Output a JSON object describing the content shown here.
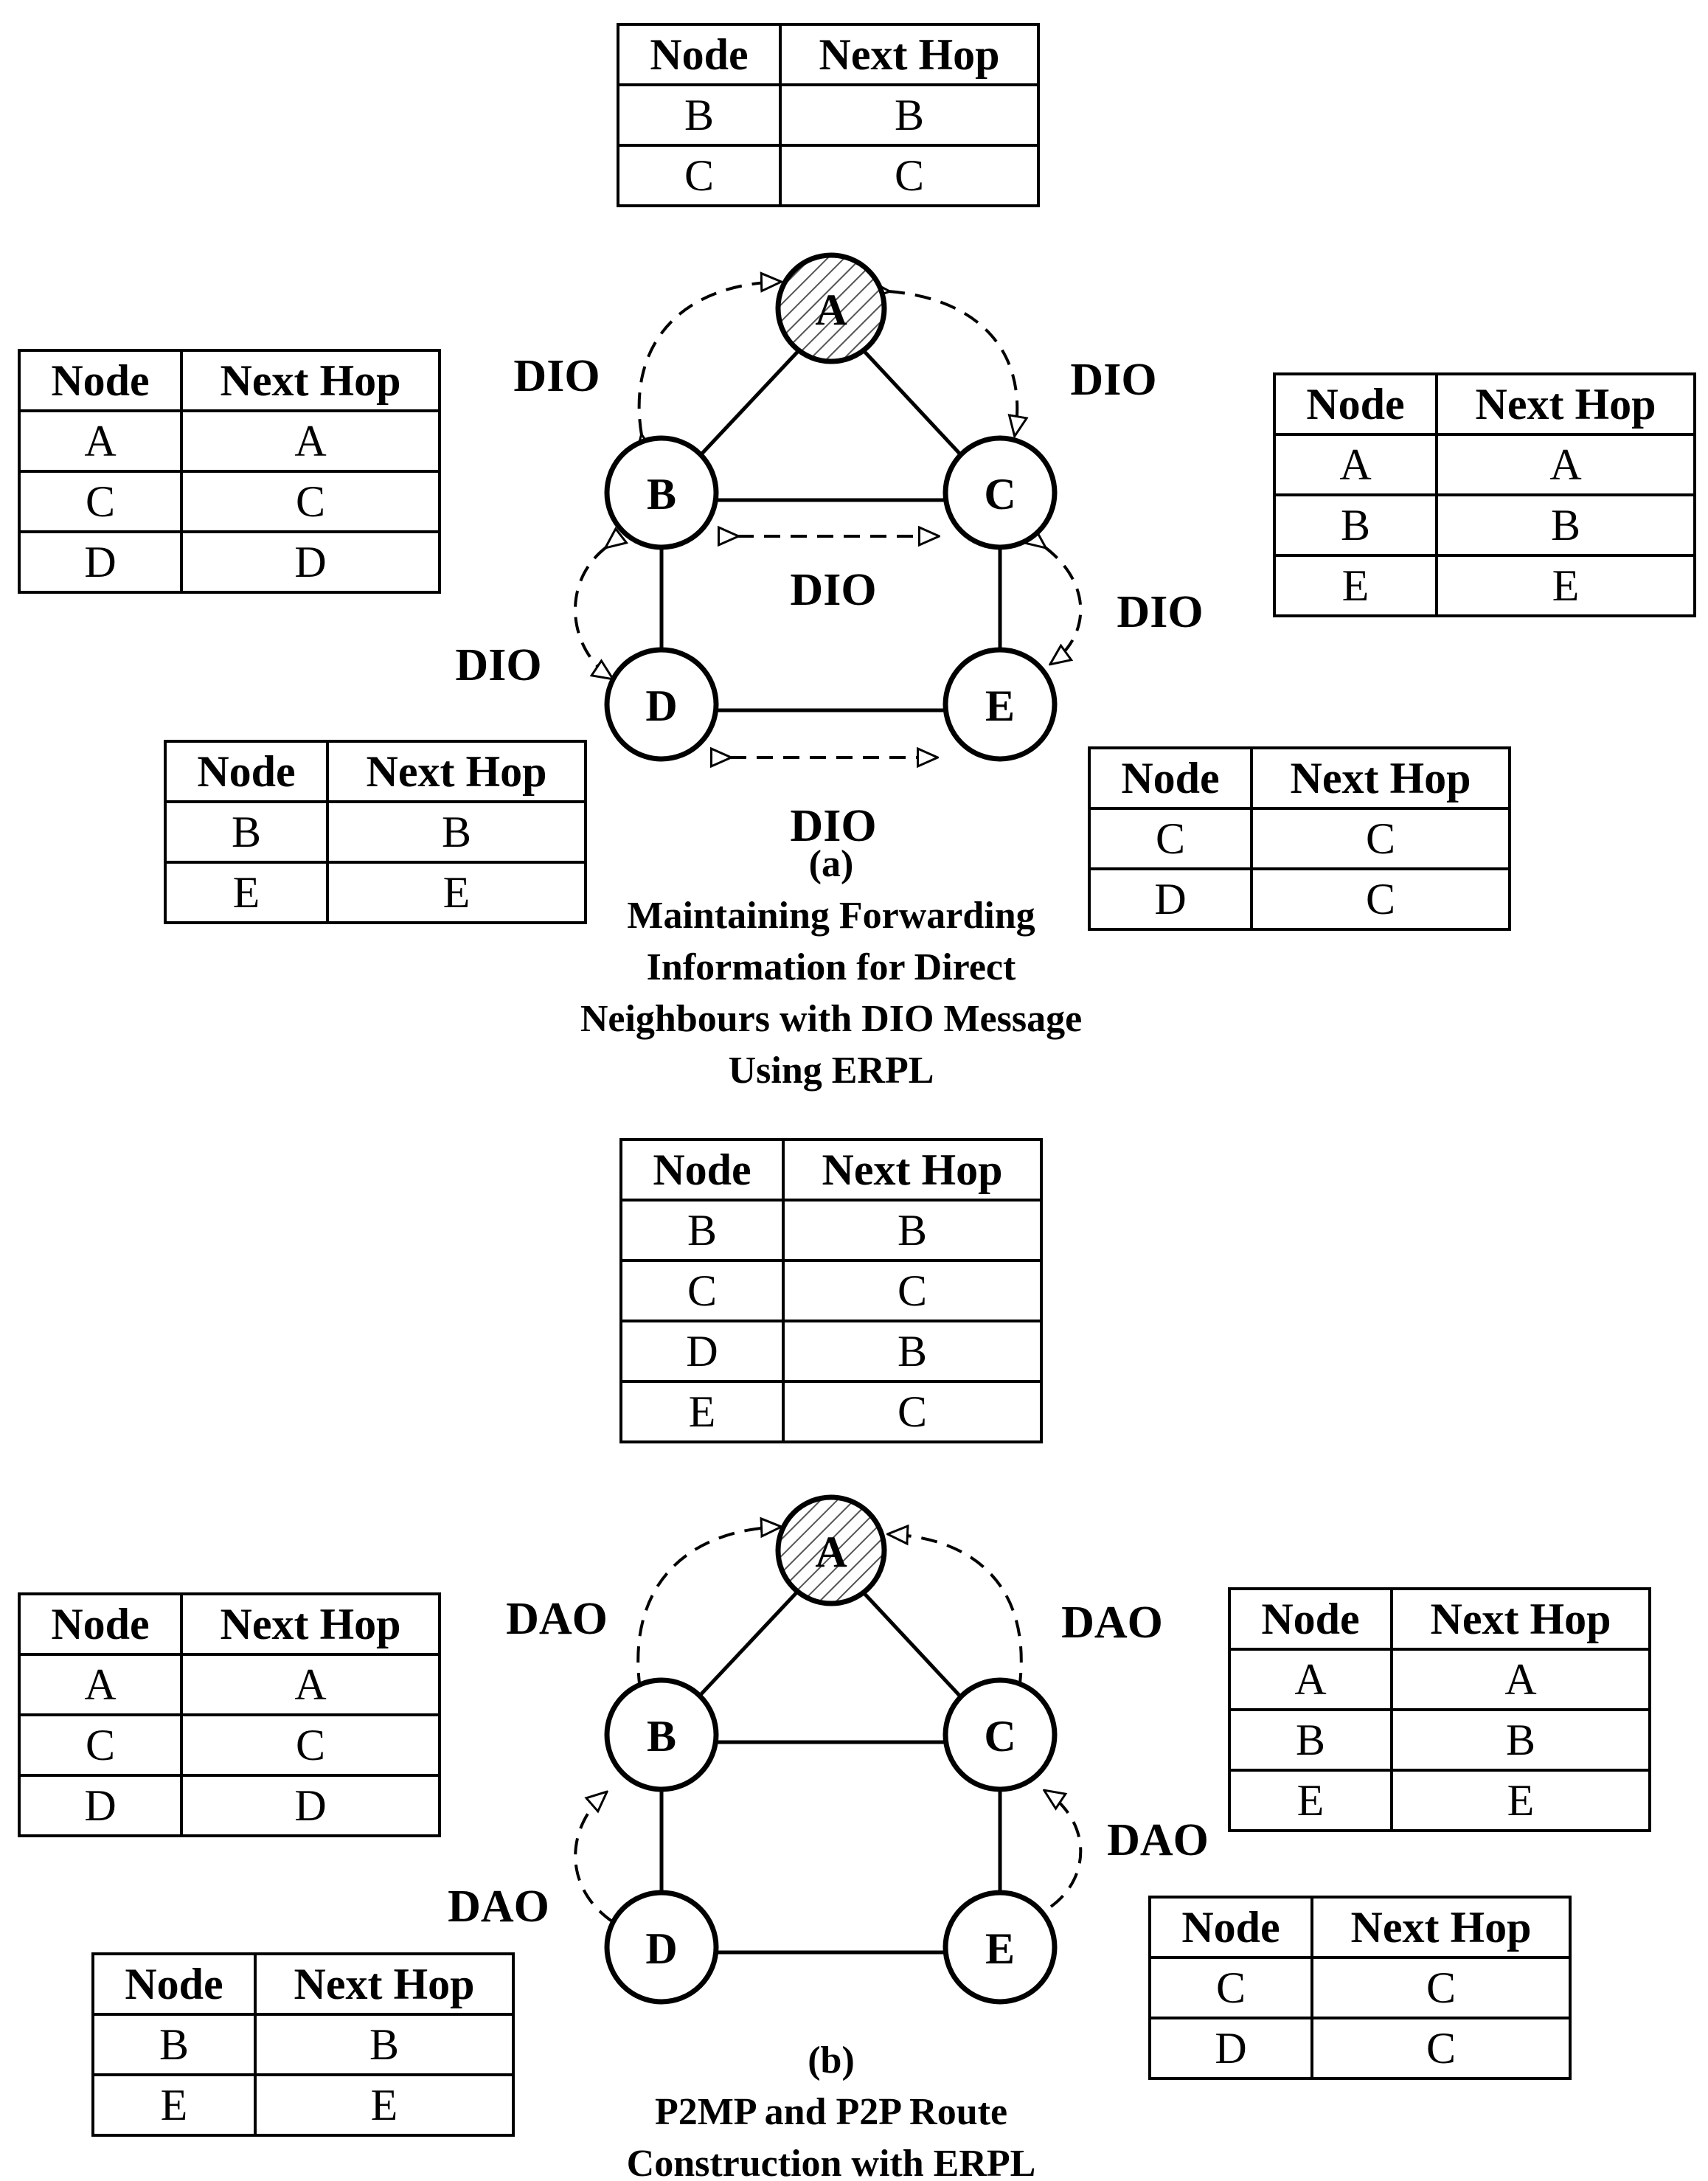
{
  "panel_a": {
    "caption_tag": "(a)",
    "caption_lines": [
      "Maintaining Forwarding",
      "Information for Direct",
      "Neighbours with DIO Message",
      "Using ERPL"
    ],
    "nodes": [
      "A",
      "B",
      "C",
      "D",
      "E"
    ],
    "root_node": "A",
    "message_labels": [
      "DIO",
      "DIO",
      "DIO",
      "DIO",
      "DIO",
      "DIO"
    ],
    "tables": [
      {
        "owner": "A",
        "header": [
          "Node",
          "Next Hop"
        ],
        "rows": [
          [
            "B",
            "B"
          ],
          [
            "C",
            "C"
          ]
        ]
      },
      {
        "owner": "B",
        "header": [
          "Node",
          "Next Hop"
        ],
        "rows": [
          [
            "A",
            "A"
          ],
          [
            "C",
            "C"
          ],
          [
            "D",
            "D"
          ]
        ]
      },
      {
        "owner": "C",
        "header": [
          "Node",
          "Next Hop"
        ],
        "rows": [
          [
            "A",
            "A"
          ],
          [
            "B",
            "B"
          ],
          [
            "E",
            "E"
          ]
        ]
      },
      {
        "owner": "D",
        "header": [
          "Node",
          "Next Hop"
        ],
        "rows": [
          [
            "B",
            "B"
          ],
          [
            "E",
            "E"
          ]
        ]
      },
      {
        "owner": "E",
        "header": [
          "Node",
          "Next Hop"
        ],
        "rows": [
          [
            "C",
            "C"
          ],
          [
            "D",
            "C"
          ]
        ]
      }
    ]
  },
  "panel_b": {
    "caption_tag": "(b)",
    "caption_lines": [
      "P2MP and P2P Route",
      "Construction with ERPL"
    ],
    "nodes": [
      "A",
      "B",
      "C",
      "D",
      "E"
    ],
    "root_node": "A",
    "message_labels": [
      "DAO",
      "DAO",
      "DAO",
      "DAO"
    ],
    "tables": [
      {
        "owner": "A",
        "header": [
          "Node",
          "Next Hop"
        ],
        "rows": [
          [
            "B",
            "B"
          ],
          [
            "C",
            "C"
          ],
          [
            "D",
            "B"
          ],
          [
            "E",
            "C"
          ]
        ]
      },
      {
        "owner": "B",
        "header": [
          "Node",
          "Next Hop"
        ],
        "rows": [
          [
            "A",
            "A"
          ],
          [
            "C",
            "C"
          ],
          [
            "D",
            "D"
          ]
        ]
      },
      {
        "owner": "C",
        "header": [
          "Node",
          "Next Hop"
        ],
        "rows": [
          [
            "A",
            "A"
          ],
          [
            "B",
            "B"
          ],
          [
            "E",
            "E"
          ]
        ]
      },
      {
        "owner": "D",
        "header": [
          "Node",
          "Next Hop"
        ],
        "rows": [
          [
            "B",
            "B"
          ],
          [
            "E",
            "E"
          ]
        ]
      },
      {
        "owner": "E",
        "header": [
          "Node",
          "Next Hop"
        ],
        "rows": [
          [
            "C",
            "C"
          ],
          [
            "D",
            "C"
          ]
        ]
      }
    ]
  }
}
